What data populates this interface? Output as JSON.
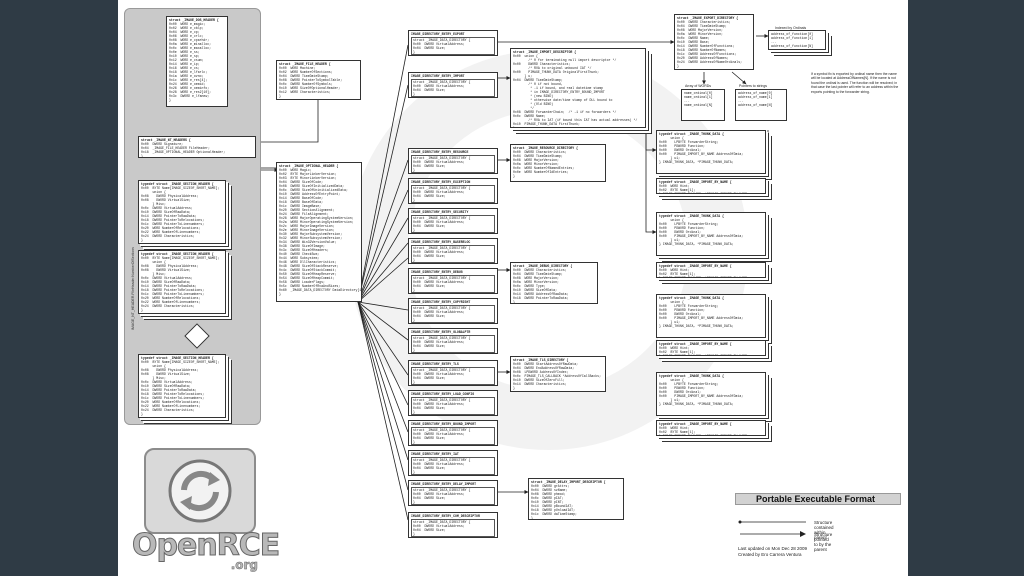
{
  "diagram": {
    "title": "Portable Executable Format",
    "legend": {
      "contained": "Structure contained within parent",
      "pointed": "Structure pointed to by the parent"
    },
    "footer": {
      "updated": "Last updated on Mon Dec 28 2009",
      "author": "Created by Ero Carrera Ventura"
    },
    "logo": {
      "main": "OpenRCE",
      "sub": ".org"
    },
    "side_label": "IMAGE_NT_HEADER.FileHeader.NumberOfSections",
    "note_text": "If a symbol fix is exported by ordinal name then the name will be located at AddressOfNames[N]. If the name is not found the ordinal is used. The function will be resolved; in that case the last pointer will refer to an address within the exports pointing to the forwarder string.",
    "labels": {
      "indexed": "Indexed by Ordinals",
      "array_words": "Array of WORDs",
      "pointers_strings": "Pointers to strings"
    },
    "boxes": {
      "dos_header": {
        "head": "struct _IMAGE_DOS_HEADER {",
        "body": "0x00  WORD e_magic;\n0x02  WORD e_cblp;\n0x04  WORD e_cp;\n0x06  WORD e_crlc;\n0x08  WORD e_cparhdr;\n0x0a  WORD e_minalloc;\n0x0c  WORD e_maxalloc;\n0x0e  WORD e_ss;\n0x10  WORD e_sp;\n0x12  WORD e_csum;\n0x14  WORD e_ip;\n0x16  WORD e_cs;\n0x18  WORD e_lfarlc;\n0x1a  WORD e_ovno;\n0x1c  WORD e_res[4];\n0x24  WORD e_oemid;\n0x26  WORD e_oeminfo;\n0x28  WORD e_res2[10];\n0x3c  DWORD e_lfanew;\n}"
      },
      "nt_headers": {
        "head": "struct _IMAGE_NT_HEADERS {",
        "body": "0x00  DWORD Signature;\n0x04  _IMAGE_FILE_HEADER FileHeader;\n0x18  _IMAGE_OPTIONAL_HEADER OptionalHeader;\n}"
      },
      "section_1": {
        "head": "typedef struct _IMAGE_SECTION_HEADER {",
        "body": "0x00  BYTE Name[IMAGE_SIZEOF_SHORT_NAME];\n      union {\n0x08    DWORD PhysicalAddress;\n0x08    DWORD VirtualSize;\n      } Misc;\n0x0c  DWORD VirtualAddress;\n0x10  DWORD SizeOfRawData;\n0x14  DWORD PointerToRawData;\n0x18  DWORD PointerToRelocations;\n0x1c  DWORD PointerToLinenumbers;\n0x20  WORD NumberOfRelocations;\n0x22  WORD NumberOfLinenumbers;\n0x24  DWORD Characteristics;\n}"
      },
      "section_2": {
        "head": "typedef struct _IMAGE_SECTION_HEADER {",
        "body": "0x00  BYTE Name[IMAGE_SIZEOF_SHORT_NAME];\n      union {\n0x08    DWORD PhysicalAddress;\n0x08    DWORD VirtualSize;\n      } Misc;\n0x0c  DWORD VirtualAddress;\n0x10  DWORD SizeOfRawData;\n0x14  DWORD PointerToRawData;\n0x18  DWORD PointerToRelocations;\n0x1c  DWORD PointerToLinenumbers;\n0x20  WORD NumberOfRelocations;\n0x22  WORD NumberOfLinenumbers;\n0x24  DWORD Characteristics;\n}"
      },
      "section_3": {
        "head": "typedef struct _IMAGE_SECTION_HEADER {",
        "body": "0x00  BYTE Name[IMAGE_SIZEOF_SHORT_NAME];\n      union {\n0x08    DWORD PhysicalAddress;\n0x08    DWORD VirtualSize;\n      } Misc;\n0x0c  DWORD VirtualAddress;\n0x10  DWORD SizeOfRawData;\n0x14  DWORD PointerToRawData;\n0x18  DWORD PointerToRelocations;\n0x1c  DWORD PointerToLinenumbers;\n0x20  WORD NumberOfRelocations;\n0x22  WORD NumberOfLinenumbers;\n0x24  DWORD Characteristics;\n}"
      },
      "file_header": {
        "head": "struct _IMAGE_FILE_HEADER {",
        "body": "0x00  WORD Machine;\n0x02  WORD NumberOfSections;\n0x04  DWORD TimeDateStamp;\n0x08  DWORD PointerToSymbolTable;\n0x0c  DWORD NumberOfSymbols;\n0x10  WORD SizeOfOptionalHeader;\n0x12  WORD Characteristics;\n}"
      },
      "optional_header": {
        "head": "struct _IMAGE_OPTIONAL_HEADER {",
        "body": "0x00  WORD Magic;\n0x02  BYTE MajorLinkerVersion;\n0x03  BYTE MinorLinkerVersion;\n0x04  DWORD SizeOfCode;\n0x08  DWORD SizeOfInitializedData;\n0x0c  DWORD SizeOfUninitializedData;\n0x10  DWORD AddressOfEntryPoint;\n0x14  DWORD BaseOfCode;\n0x18  DWORD BaseOfData;\n0x1c  DWORD ImageBase;\n0x20  DWORD SectionAlignment;\n0x24  DWORD FileAlignment;\n0x28  WORD MajorOperatingSystemVersion;\n0x2a  WORD MinorOperatingSystemVersion;\n0x2c  WORD MajorImageVersion;\n0x2e  WORD MinorImageVersion;\n0x30  WORD MajorSubsystemVersion;\n0x32  WORD MinorSubsystemVersion;\n0x34  DWORD Win32VersionValue;\n0x38  DWORD SizeOfImage;\n0x3c  DWORD SizeOfHeaders;\n0x40  DWORD CheckSum;\n0x44  WORD Subsystem;\n0x46  WORD DllCharacteristics;\n0x48  DWORD SizeOfStackReserve;\n0x4c  DWORD SizeOfStackCommit;\n0x50  DWORD SizeOfHeapReserve;\n0x54  DWORD SizeOfHeapCommit;\n0x58  DWORD LoaderFlags;\n0x5c  DWORD NumberOfRvaAndSizes;\n0x60  _IMAGE_DATA_DIRECTORY DataDirectory[16];\n}"
      },
      "import_descriptor": {
        "head": "struct _IMAGE_IMPORT_DESCRIPTOR {",
        "body": "0x00  union {\n        /* 0 for terminating null import descriptor */\n0x00    DWORD Characteristics;\n        /* RVA to original unbound IAT */\n0x00    PIMAGE_THUNK_DATA OriginalFirstThunk;\n      } u;\n0x04  DWORD TimeDateStamp;\n        /* 0 if not bound,\n         * -1 if bound, and real datetime stamp\n         * in IMAGE_DIRECTORY_ENTRY_BOUND_IMPORT\n         * (new BIND)\n         * otherwise date/time stamp of DLL bound to\n         * (Old BIND)\n         */\n0x08  DWORD ForwarderChain;  /* -1 if no forwarders */\n0x0c  DWORD Name;\n        /* RVA to IAT (if bound this IAT has actual addresses) */\n0x10  PIMAGE_THUNK_DATA FirstThunk;\n}"
      },
      "export_directory": {
        "head": "struct _IMAGE_EXPORT_DIRECTORY {",
        "body": "0x00  DWORD Characteristics;\n0x04  DWORD TimeDateStamp;\n0x08  WORD MajorVersion;\n0x0a  WORD MinorVersion;\n0x0c  DWORD Name;\n0x10  DWORD Base;\n0x14  DWORD NumberOfFunctions;\n0x18  DWORD NumberOfNames;\n0x1c  DWORD AddressOfFunctions;\n0x20  DWORD AddressOfNames;\n0x24  DWORD AddressOfNameOrdinals;\n}"
      },
      "functions_array": {
        "head": "",
        "body": "address_of_function[0]\naddress_of_function[1]\n...\naddress_of_function[N]"
      },
      "ordinals_array": {
        "head": "",
        "body": "name_ordinal[0]\nname_ordinal[1]\n...\nname_ordinal[N]"
      },
      "names_array": {
        "head": "",
        "body": "address_of_name[0]\naddress_of_name[1]\n...\naddress_of_name[N]"
      },
      "resource_directory": {
        "head": "struct _IMAGE_RESOURCE_DIRECTORY {",
        "body": "0x00  DWORD Characteristics;\n0x04  DWORD TimeDateStamp;\n0x08  WORD MajorVersion;\n0x0a  WORD MinorVersion;\n0x0c  WORD NumberOfNamedEntries;\n0x0e  WORD NumberOfIdEntries;\n}"
      },
      "debug_directory": {
        "head": "struct _IMAGE_DEBUG_DIRECTORY {",
        "body": "0x00  DWORD Characteristics;\n0x04  DWORD TimeDateStamp;\n0x08  WORD MajorVersion;\n0x0a  WORD MinorVersion;\n0x0c  DWORD Type;\n0x10  DWORD SizeOfData;\n0x14  DWORD AddressOfRawData;\n0x18  DWORD PointerToRawData;\n}"
      },
      "tls_directory": {
        "head": "struct _IMAGE_TLS_DIRECTORY {",
        "body": "0x00  DWORD StartAddressOfRawData;\n0x04  DWORD EndAddressOfRawData;\n0x08  LPDWORD AddressOfIndex;\n0x0c  PIMAGE_TLS_CALLBACK *AddressOfCallBacks;\n0x10  DWORD SizeOfZeroFill;\n0x14  DWORD Characteristics;\n}"
      },
      "delay_import": {
        "head": "struct _IMAGE_DELAY_IMPORT_DESCRIPTOR {",
        "body": "0x00  DWORD grAttrs;\n0x04  DWORD szName;\n0x08  DWORD phmod;\n0x0c  DWORD pIAT;\n0x10  DWORD pINT;\n0x14  DWORD pBoundIAT;\n0x18  DWORD pUnloadIAT;\n0x1c  DWORD dwTimeStamp;\n}"
      },
      "thunk_1": {
        "head": "typedef struct _IMAGE_THUNK_DATA {",
        "body": "      union {\n0x00    LPBYTE ForwarderString;\n0x00    PDWORD Function;\n0x00    DWORD Ordinal;\n0x00    PIMAGE_IMPORT_BY_NAME AddressOfData;\n      } u1;\n} IMAGE_THUNK_DATA, *PIMAGE_THUNK_DATA;"
      },
      "thunk_2": {
        "head": "typedef struct _IMAGE_THUNK_DATA {",
        "body": "      union {\n0x00    LPBYTE ForwarderString;\n0x00    PDWORD Function;\n0x00    DWORD Ordinal;\n0x00    PIMAGE_IMPORT_BY_NAME AddressOfData;\n      } u1;\n} IMAGE_THUNK_DATA, *PIMAGE_THUNK_DATA;"
      },
      "thunk_3": {
        "head": "typedef struct _IMAGE_THUNK_DATA {",
        "body": "      union {\n0x00    LPBYTE ForwarderString;\n0x00    PDWORD Function;\n0x00    DWORD Ordinal;\n0x00    PIMAGE_IMPORT_BY_NAME AddressOfData;\n      } u1;\n} IMAGE_THUNK_DATA, *PIMAGE_THUNK_DATA;"
      },
      "thunk_4": {
        "head": "typedef struct _IMAGE_THUNK_DATA {",
        "body": "      union {\n0x00    LPBYTE ForwarderString;\n0x00    PDWORD Function;\n0x00    DWORD Ordinal;\n0x00    PIMAGE_IMPORT_BY_NAME AddressOfData;\n      } u1;\n} IMAGE_THUNK_DATA, *PIMAGE_THUNK_DATA;"
      },
      "ibn_1": {
        "head": "typedef struct _IMAGE_IMPORT_BY_NAME {",
        "body": "0x00  WORD Hint;\n0x02  BYTE Name[1];\n} IMAGE_IMPORT_BY_NAME, *PIMAGE_IMPORT_BY_NAME;"
      },
      "ibn_2": {
        "head": "typedef struct _IMAGE_IMPORT_BY_NAME {",
        "body": "0x00  WORD Hint;\n0x02  BYTE Name[1];\n} IMAGE_IMPORT_BY_NAME, *PIMAGE_IMPORT_BY_NAME;"
      },
      "ibn_3": {
        "head": "typedef struct _IMAGE_IMPORT_BY_NAME {",
        "body": "0x00  WORD Hint;\n0x02  BYTE Name[1];\n} IMAGE_IMPORT_BY_NAME, *PIMAGE_IMPORT_BY_NAME;"
      },
      "ibn_4": {
        "head": "typedef struct _IMAGE_IMPORT_BY_NAME {",
        "body": "0x00  WORD Hint;\n0x02  BYTE Name[1];\n} IMAGE_IMPORT_BY_NAME, *PIMAGE_IMPORT_BY_NAME;"
      }
    },
    "entries": [
      {
        "name": "IMAGE_DIRECTORY_ENTRY_EXPORT"
      },
      {
        "name": "IMAGE_DIRECTORY_ENTRY_IMPORT"
      },
      {
        "name": "IMAGE_DIRECTORY_ENTRY_RESOURCE"
      },
      {
        "name": "IMAGE_DIRECTORY_ENTRY_EXCEPTION"
      },
      {
        "name": "IMAGE_DIRECTORY_ENTRY_SECURITY"
      },
      {
        "name": "IMAGE_DIRECTORY_ENTRY_BASERELOC"
      },
      {
        "name": "IMAGE_DIRECTORY_ENTRY_DEBUG"
      },
      {
        "name": "IMAGE_DIRECTORY_ENTRY_COPYRIGHT"
      },
      {
        "name": "IMAGE_DIRECTORY_ENTRY_GLOBALPTR"
      },
      {
        "name": "IMAGE_DIRECTORY_ENTRY_TLS"
      },
      {
        "name": "IMAGE_DIRECTORY_ENTRY_LOAD_CONFIG"
      },
      {
        "name": "IMAGE_DIRECTORY_ENTRY_BOUND_IMPORT"
      },
      {
        "name": "IMAGE_DIRECTORY_ENTRY_IAT"
      },
      {
        "name": "IMAGE_DIRECTORY_ENTRY_DELAY_IMPORT"
      },
      {
        "name": "IMAGE_DIRECTORY_ENTRY_COM_DESCRIPTOR"
      }
    ],
    "data_directory_text": "struct _IMAGE_DATA_DIRECTORY {\n0x00  DWORD VirtualAddress;\n0x04  DWORD Size;\n}"
  }
}
